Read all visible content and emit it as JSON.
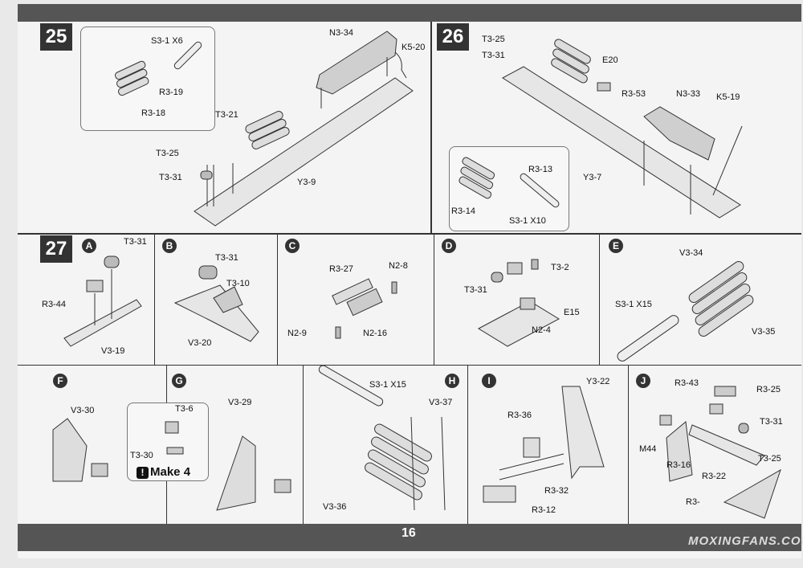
{
  "page_number": "16",
  "watermark": "MOXINGFANS.COM",
  "steps": {
    "s25": {
      "num": "25",
      "labels": [
        "S3-1 X6",
        "R3-19",
        "R3-18",
        "N3-34",
        "K5-20",
        "T3-21",
        "T3-25",
        "T3-31",
        "Y3-9"
      ]
    },
    "s26": {
      "num": "26",
      "labels": [
        "T3-25",
        "T3-31",
        "E20",
        "R3-53",
        "N3-33",
        "K5-19",
        "R3-13",
        "R3-14",
        "S3-1 X10",
        "Y3-7"
      ]
    },
    "s27": {
      "num": "27",
      "A": {
        "letter": "A",
        "labels": [
          "T3-31",
          "R3-44",
          "V3-19"
        ]
      },
      "B": {
        "letter": "B",
        "labels": [
          "T3-31",
          "T3-10",
          "V3-20"
        ]
      },
      "C": {
        "letter": "C",
        "labels": [
          "R3-27",
          "N2-8",
          "N2-9",
          "N2-16"
        ]
      },
      "D": {
        "letter": "D",
        "labels": [
          "T3-2",
          "T3-31",
          "E15",
          "N2-4"
        ]
      },
      "E": {
        "letter": "E",
        "labels": [
          "V3-34",
          "S3-1 X15",
          "V3-35"
        ]
      },
      "F": {
        "letter": "F",
        "labels": [
          "V3-30"
        ]
      },
      "G": {
        "letter": "G",
        "labels": [
          "T3-6",
          "T3-30",
          "V3-29"
        ],
        "note": "Make 4"
      },
      "H": {
        "letter": "H",
        "labels": [
          "S3-1 X15",
          "V3-37",
          "V3-36"
        ]
      },
      "I": {
        "letter": "I",
        "labels": [
          "Y3-22",
          "R3-36",
          "R3-32",
          "R3-12"
        ]
      },
      "J": {
        "letter": "J",
        "labels": [
          "R3-43",
          "R3-25",
          "T3-31",
          "M44",
          "R3-16",
          "R3-22",
          "T3-25",
          "R3-"
        ]
      }
    }
  }
}
